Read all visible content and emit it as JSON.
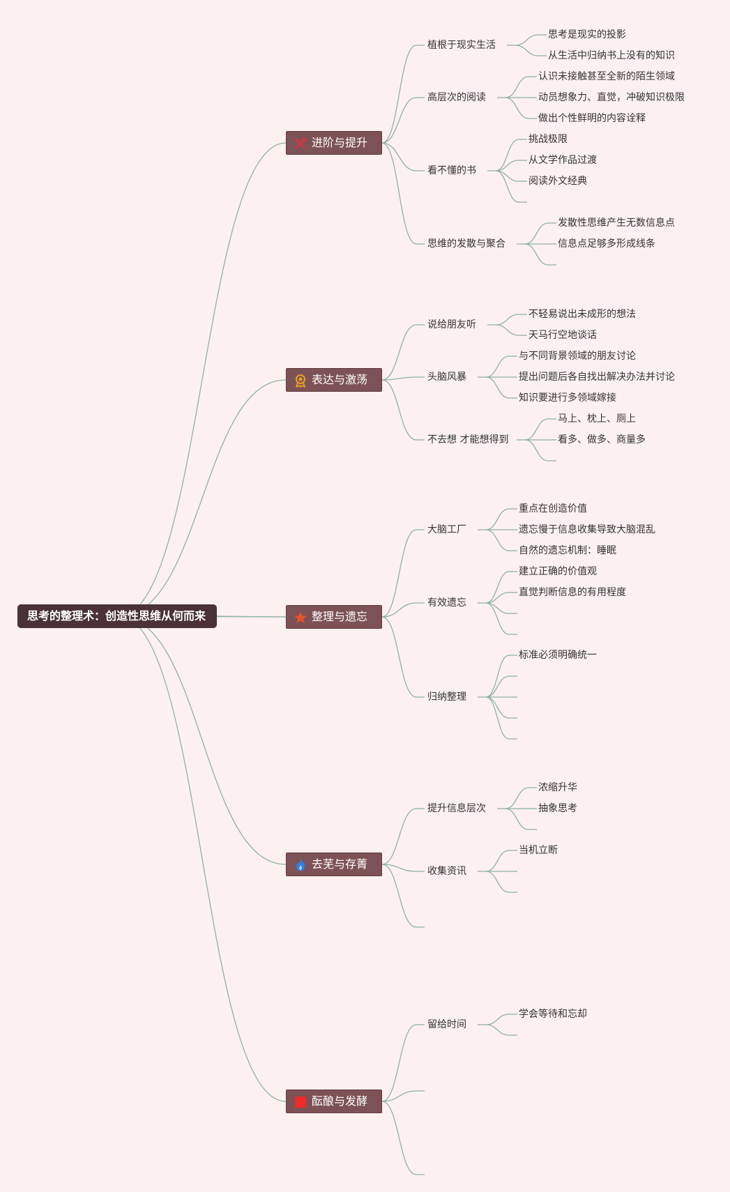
{
  "root": {
    "label": "思考的整理术：创造性思维从何而来"
  },
  "branches": [
    {
      "label": "进阶与提升",
      "icon": "tools-icon",
      "color": "#d9333f",
      "subs": [
        {
          "label": "植根于现实生活",
          "leaves": [
            "思考是现实的投影",
            "从生活中归纳书上没有的知识"
          ],
          "empty": 0
        },
        {
          "label": "高层次的阅读",
          "leaves": [
            "认识未接触甚至全新的陌生领域",
            "动员想象力、直觉，冲破知识极限",
            "做出个性鲜明的内容诠释"
          ],
          "empty": 0
        },
        {
          "label": "看不懂的书",
          "leaves": [
            "挑战极限",
            "从文学作品过渡",
            "阅读外文经典"
          ],
          "empty": 1
        },
        {
          "label": "思维的发散与聚合",
          "leaves": [
            "发散性思维产生无数信息点",
            "信息点足够多形成线条"
          ],
          "empty": 1
        }
      ]
    },
    {
      "label": "表达与激荡",
      "icon": "award-icon",
      "color": "#e6a323",
      "subs": [
        {
          "label": "说给朋友听",
          "leaves": [
            "不轻易说出未成形的想法",
            "天马行空地谈话"
          ],
          "empty": 0
        },
        {
          "label": "头脑风暴",
          "leaves": [
            "与不同背景领域的朋友讨论",
            "提出问题后各自找出解决办法并讨论",
            "知识要进行多领域嫁接"
          ],
          "empty": 0
        },
        {
          "label": "不去想 才能想得到",
          "leaves": [
            "马上、枕上、厕上",
            "看多、做多、商量多"
          ],
          "empty": 1
        }
      ]
    },
    {
      "label": "整理与遗忘",
      "icon": "star-icon",
      "color": "#e5532b",
      "subs": [
        {
          "label": "大脑工厂",
          "leaves": [
            "重点在创造价值",
            "遗忘慢于信息收集导致大脑混乱",
            "自然的遗忘机制：睡眠"
          ],
          "empty": 0
        },
        {
          "label": "有效遗忘",
          "leaves": [
            "建立正确的价值观",
            "直觉判断信息的有用程度"
          ],
          "empty": 2
        },
        {
          "label": "归纳整理",
          "leaves": [
            "标准必须明确统一"
          ],
          "empty": 4
        }
      ]
    },
    {
      "label": "去芜与存菁",
      "icon": "flame-icon",
      "color": "#2f7fe0",
      "subs": [
        {
          "label": "提升信息层次",
          "leaves": [
            "浓缩升华",
            "抽象思考"
          ],
          "empty": 1
        },
        {
          "label": "收集资讯",
          "leaves": [
            "当机立断"
          ],
          "empty": 2
        }
      ],
      "empty_subs": 1
    },
    {
      "label": "酝酿与发酵",
      "icon": "flag-icon",
      "color": "#ee2a2a",
      "subs": [
        {
          "label": "留给时间",
          "leaves": [
            "学会等待和忘却"
          ],
          "empty": 1
        }
      ],
      "empty_subs": 2
    }
  ]
}
